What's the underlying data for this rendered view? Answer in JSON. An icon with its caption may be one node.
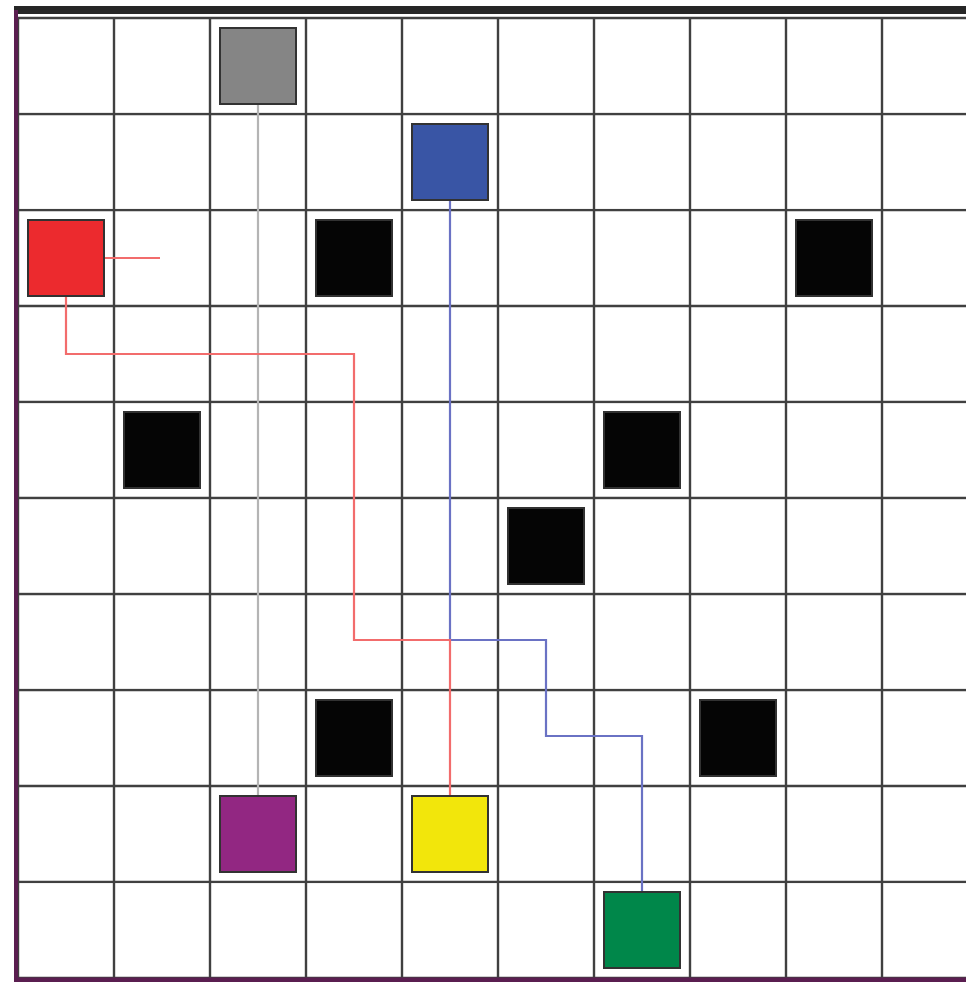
{
  "diagram": {
    "nodes": [
      {
        "text": [],
        "shape": "box"
      },
      {
        "text": [],
        "shape": "box"
      },
      {
        "text": [],
        "shape": "box"
      },
      {
        "text": [],
        "shape": "box"
      },
      {
        "text": [],
        "shape": "box"
      },
      {
        "text": [],
        "shape": "box"
      },
      {
        "text": [],
        "shape": "box"
      },
      {
        "text": [],
        "shape": "box"
      },
      {
        "text": [],
        "shape": "box"
      },
      {
        "text": [],
        "shape": "box"
      },
      {
        "text": [],
        "shape": "box"
      },
      {
        "text": [],
        "shape": "box"
      },
      {
        "text": [],
        "shape": "box"
      }
    ],
    "edges": [
      {
        "from": 0,
        "to": 10,
        "arrow": "none",
        "color": "#b4b4b4"
      },
      {
        "from": 1,
        "to": 12,
        "arrow": "none",
        "color": "#6a72c4"
      },
      {
        "from": 2,
        "to": 11,
        "arrow": "none",
        "color": "#f26c6c"
      },
      {
        "from": 2,
        "to": null,
        "arrow": "none",
        "color": "#f26c6c"
      }
    ]
  }
}
